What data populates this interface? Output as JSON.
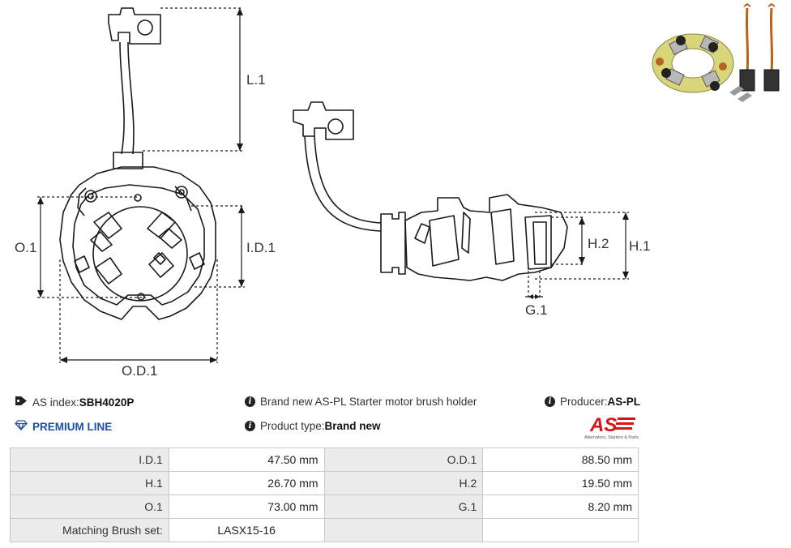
{
  "drawing": {
    "labels": {
      "l1": "L.1",
      "o1": "O.1",
      "id1": "I.D.1",
      "od1": "O.D.1",
      "h1": "H.1",
      "h2": "H.2",
      "g1": "G.1"
    }
  },
  "info": {
    "as_index_label": "AS index: ",
    "as_index_value": "SBH4020P",
    "premium_line": "PREMIUM LINE",
    "description": "Brand new AS-PL Starter motor brush holder",
    "product_type_label": "Product type: ",
    "product_type_value": "Brand new",
    "producer_label": "Producer: ",
    "producer_value": "AS-PL"
  },
  "logo": {
    "text": "AS",
    "tagline": "Alternators, Starters & Parts",
    "brand_color": "#d7141a"
  },
  "specs": {
    "rows": [
      {
        "k1": "I.D.1",
        "v1": "47.50 mm",
        "k2": "O.D.1",
        "v2": "88.50 mm"
      },
      {
        "k1": "H.1",
        "v1": "26.70 mm",
        "k2": "H.2",
        "v2": "19.50 mm"
      },
      {
        "k1": "O.1",
        "v1": "73.00 mm",
        "k2": "G.1",
        "v2": "8.20 mm"
      },
      {
        "k1": "Matching Brush set:",
        "v1": "LASX15-16",
        "k2": "",
        "v2": ""
      }
    ]
  }
}
